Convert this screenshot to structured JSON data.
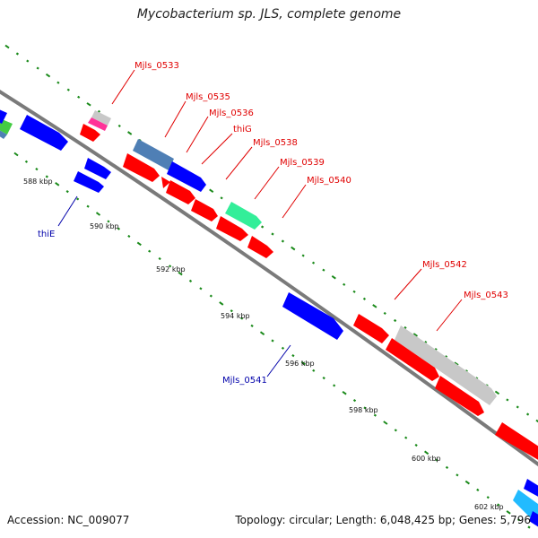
{
  "title": "Mycobacterium sp. JLS, complete genome",
  "accession": "Accession: NC_009077",
  "summary": "Topology: circular; Length: 6,048,425 bp; Genes: 5,796",
  "colors": {
    "red_feature": "#ff0000",
    "blue_feature": "#0000ff",
    "steel_feature": "#4f7fb5",
    "gray_feature": "#c8c8c8",
    "green_feature": "#33ee99",
    "pink_feature": "#ff3399",
    "cyan_feature": "#22bbff",
    "lime_feature": "#44cc44",
    "backbone": "#7a7a7a",
    "tick": "#1a8a1a",
    "label_red": "#e00000",
    "label_blue": "#0000aa"
  },
  "ticks": [
    "588 kbp",
    "590 kbp",
    "592 kbp",
    "594 kbp",
    "596 kbp",
    "598 kbp",
    "600 kbp",
    "602 kbp"
  ],
  "genes": {
    "g0533": "Mjls_0533",
    "g0535": "Mjls_0535",
    "g0536": "Mjls_0536",
    "thiG": "thiG",
    "g0538": "Mjls_0538",
    "g0539": "Mjls_0539",
    "g0540": "Mjls_0540",
    "g0542": "Mjls_0542",
    "g0543": "Mjls_0543",
    "thiE": "thiE",
    "g0541": "Mjls_0541"
  }
}
